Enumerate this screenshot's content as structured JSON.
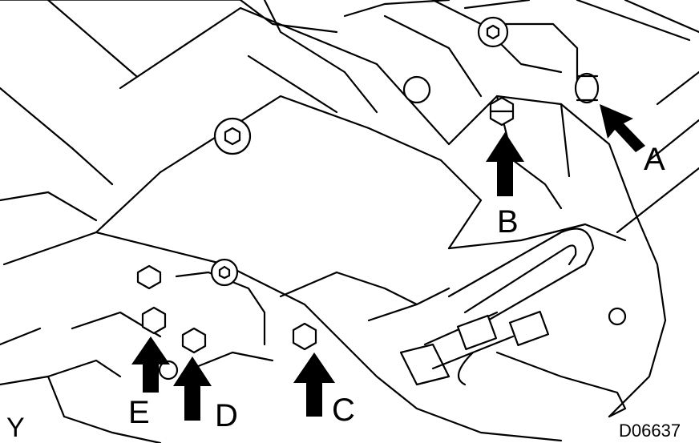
{
  "callouts": {
    "a": "A",
    "b": "B",
    "c": "C",
    "d": "D",
    "e": "E"
  },
  "corner_label": "Y",
  "figure_code": "D06637"
}
